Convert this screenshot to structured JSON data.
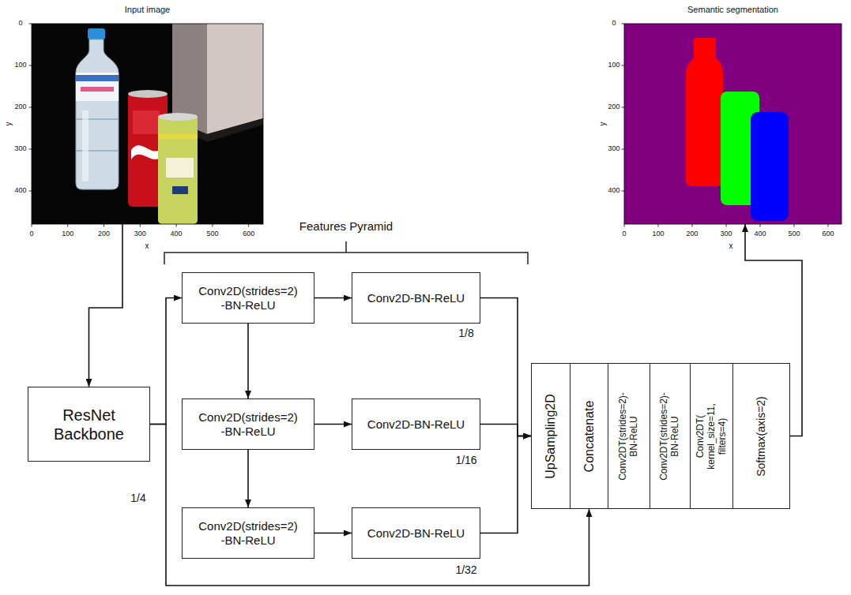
{
  "diagram": {
    "nodes": [
      {
        "text": [
          "Input image"
        ]
      },
      {
        "text": [
          "Semantic segmentation"
        ]
      },
      {
        "text": [
          "ResNet Backbone"
        ]
      },
      {
        "text": [
          "Conv2D(strides=2) -BN-ReLU"
        ]
      },
      {
        "text": [
          "Conv2D-BN-ReLU"
        ]
      },
      {
        "text": [
          "Conv2D(strides=2) -BN-ReLU"
        ]
      },
      {
        "text": [
          "Conv2D-BN-ReLU"
        ]
      },
      {
        "text": [
          "Conv2D(strides=2) -BN-ReLU"
        ]
      },
      {
        "text": [
          "Conv2D-BN-ReLU"
        ]
      },
      {
        "text": [
          "UpSampling2D"
        ]
      },
      {
        "text": [
          "Concatenate"
        ]
      },
      {
        "text": [
          "Conv2DT(strides=2)- BN-ReLU"
        ]
      },
      {
        "text": [
          "Conv2DT(strides=2)- BN-ReLU"
        ]
      },
      {
        "text": [
          "Conv2DT( kernel_size=11, filters=4)"
        ]
      },
      {
        "text": [
          "Softmax(axis=2)"
        ]
      }
    ],
    "edges": [
      {
        "from": 0,
        "to": 2,
        "arrow": "to"
      },
      {
        "from": 2,
        "to": 3,
        "arrow": "to"
      },
      {
        "from": 2,
        "to": 10,
        "arrow": "to"
      },
      {
        "from": 3,
        "to": 4,
        "arrow": "to"
      },
      {
        "from": 3,
        "to": 5,
        "arrow": "to"
      },
      {
        "from": 5,
        "to": 6,
        "arrow": "to"
      },
      {
        "from": 5,
        "to": 7,
        "arrow": "to"
      },
      {
        "from": 7,
        "to": 8,
        "arrow": "to"
      },
      {
        "from": 4,
        "to": 9,
        "arrow": "to"
      },
      {
        "from": 6,
        "to": 9,
        "arrow": "to"
      },
      {
        "from": 8,
        "to": 9,
        "arrow": "to"
      },
      {
        "from": 14,
        "to": 1,
        "arrow": "to"
      }
    ],
    "labels": [
      "Features Pyramid",
      "1/8",
      "1/16",
      "1/32",
      "1/4",
      "0",
      "100",
      "200",
      "300",
      "400",
      "0",
      "100",
      "200",
      "300",
      "400",
      "500",
      "600",
      "x",
      "y",
      "0",
      "100",
      "200",
      "300",
      "400",
      "0",
      "100",
      "200",
      "300",
      "400",
      "500",
      "600",
      "x",
      "y"
    ]
  }
}
